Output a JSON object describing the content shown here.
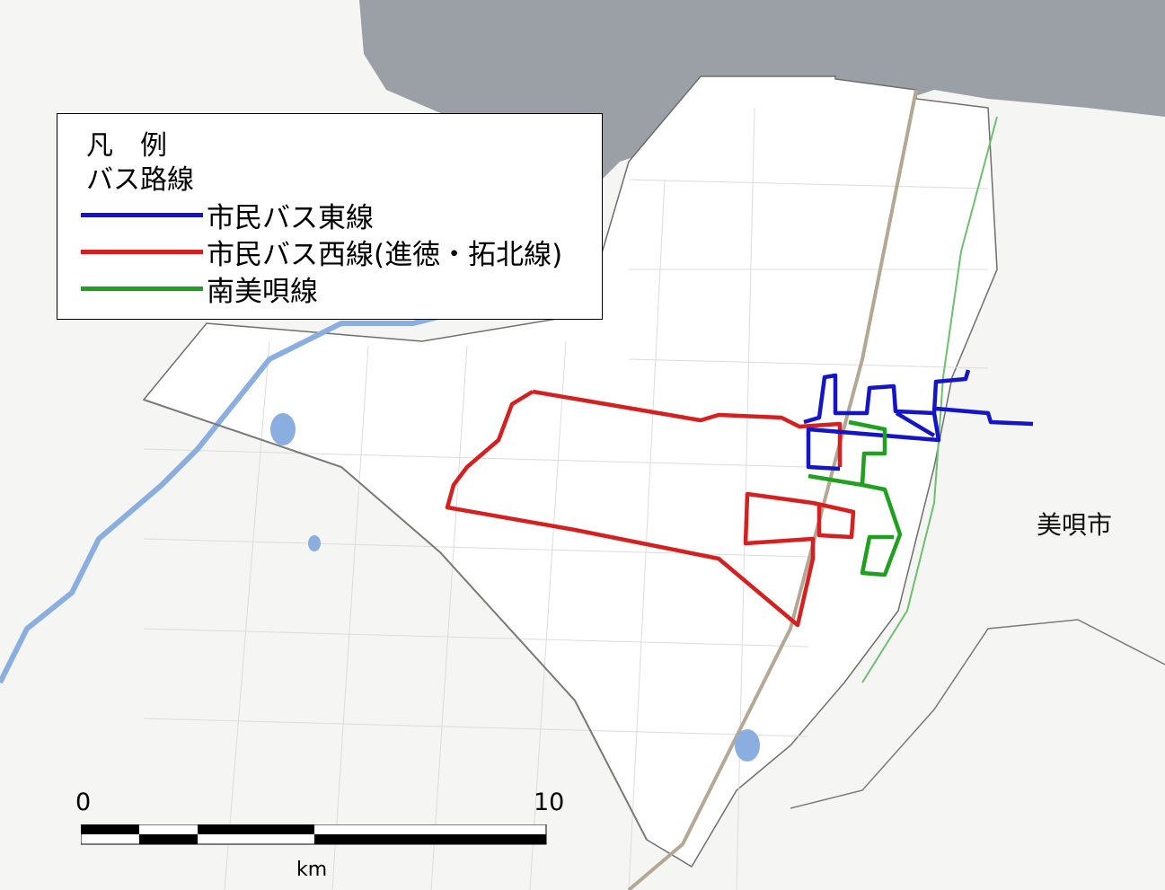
{
  "legend": {
    "heading": "凡　例",
    "subheading": "バス路線",
    "items": [
      {
        "label": "市民バス東線",
        "color": "#1414c8"
      },
      {
        "label": "市民バス西線(進徳・拓北線)",
        "color": "#d61f1f"
      },
      {
        "label": "南美唄線",
        "color": "#1fa01f"
      }
    ]
  },
  "map": {
    "city_label": "美唄市",
    "colors": {
      "sea": "#9aa0a6",
      "river": "#8aaee0",
      "boundary": "#7a7a7a",
      "land": "#f5f5f3"
    }
  },
  "scale_bar": {
    "start": "0",
    "end": "10",
    "unit": "km"
  }
}
